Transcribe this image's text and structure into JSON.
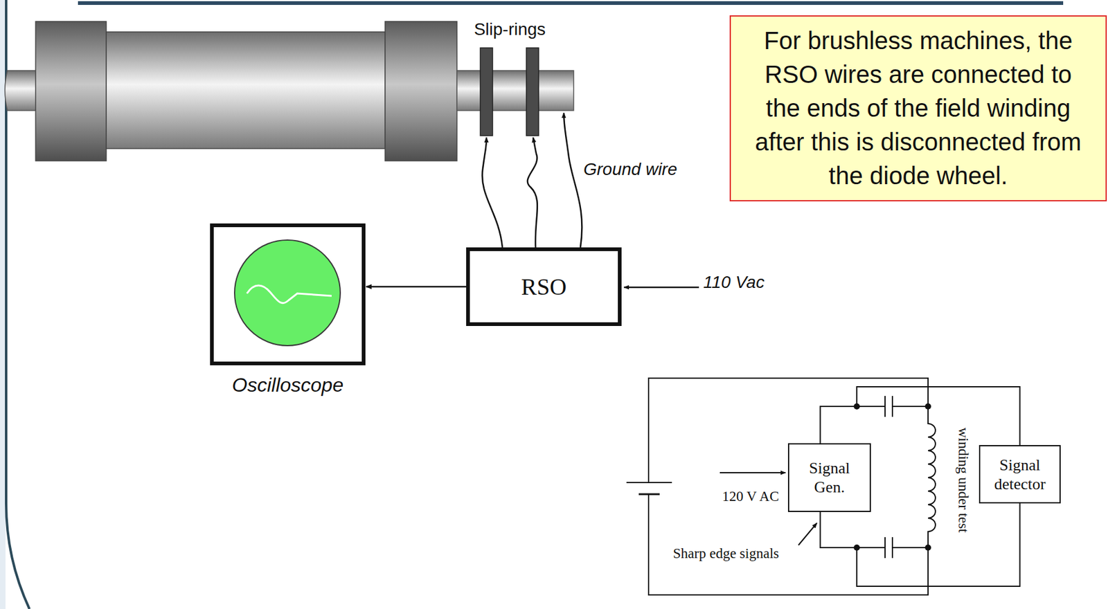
{
  "diagram": {
    "nodes": [
      {
        "text": [
          "For brushless machines, the RSO wires are connected to the ends of the field winding after this is disconnected from the diode wheel."
        ]
      },
      {
        "text": [
          "Oscilloscope"
        ]
      },
      {
        "text": [
          "RSO"
        ]
      },
      {
        "text": [
          "Signal Gen."
        ]
      },
      {
        "text": [
          "Signal detector"
        ]
      }
    ],
    "edges": [
      {
        "from": 2,
        "to": 1,
        "arrow": "to"
      },
      {
        "from": 3,
        "to": 4,
        "arrow": "none"
      },
      {
        "from": 3,
        "to": 4,
        "arrow": "none"
      }
    ],
    "labels": [
      "Slip-rings",
      "Ground wire",
      "110 Vac",
      "120 V AC",
      "Sharp edge signals",
      "winding under test"
    ]
  }
}
